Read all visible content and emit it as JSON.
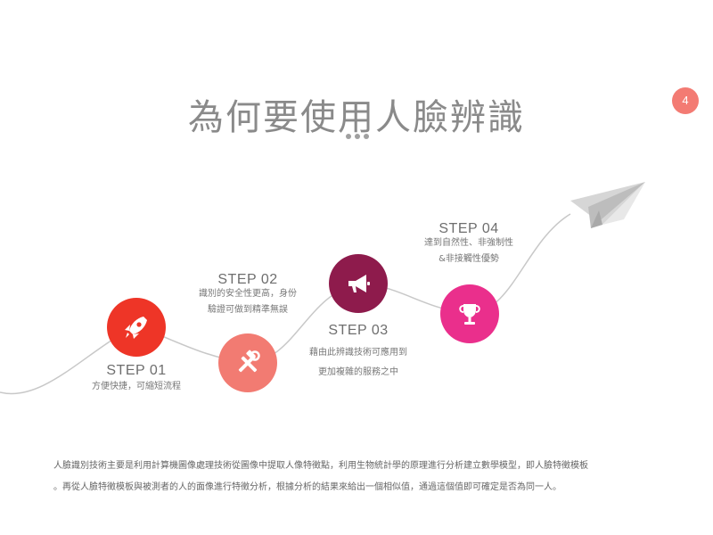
{
  "title": "為何要使用人臉辨識",
  "page_number": "4",
  "steps": [
    {
      "label": "STEP 01",
      "desc": [
        "方便快捷，可縮短流程"
      ],
      "icon": "rocket-icon",
      "color": "#ee3527"
    },
    {
      "label": "STEP 02",
      "desc": [
        "識別的安全性更高，身份",
        "驗證可做到精準無誤"
      ],
      "icon": "tools-icon",
      "color": "#f27b72"
    },
    {
      "label": "STEP 03",
      "desc": [
        "藉由此辨識技術可應用到",
        "更加複雜的服務之中"
      ],
      "icon": "megaphone-icon",
      "color": "#8e1b4c"
    },
    {
      "label": "STEP 04",
      "desc": [
        "達到自然性、非強制性",
        "&非接觸性優勢"
      ],
      "icon": "trophy-icon",
      "color": "#ea2f8c"
    }
  ],
  "body_lines": [
    "人臉識別技術主要是利用計算機圖像處理技術從圖像中提取人像特徵點，利用生物統計學的原理進行分析建立數學模型，即人臉特徵模板",
    "。再從人臉特徵模板與被測者的人的面像進行特徵分析，根據分析的結果來給出一個相似值，通過這個值即可確定是否為同一人。"
  ],
  "colors": {
    "title": "#8a8a8a",
    "badge": "#f37b73",
    "curve": "#c8c8c8"
  }
}
